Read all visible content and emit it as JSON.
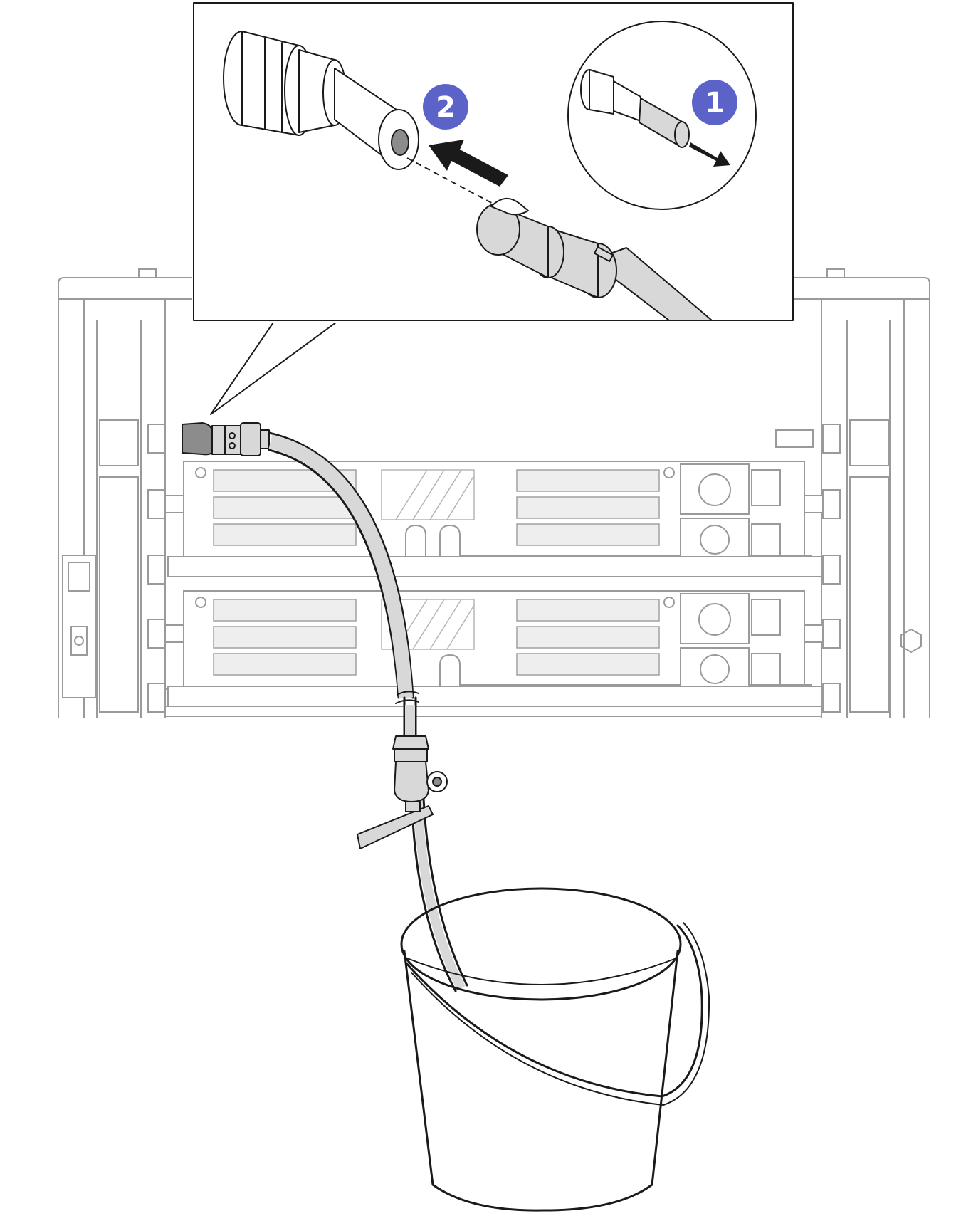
{
  "callouts": [
    {
      "id": "step-1",
      "number": "1",
      "color": "#5b63c9"
    },
    {
      "id": "step-2",
      "number": "2",
      "color": "#5b63c9"
    }
  ],
  "colors": {
    "line": "#1a1a1a",
    "rack_line": "#9a9a9a",
    "hose_fill": "#d8d8d8",
    "badge": "#5b63c9"
  },
  "icons": {
    "detail_panel": "zoom-callout-box",
    "detail_circle": "zoom-circle",
    "push_arrow": "arrow-icon",
    "bucket": "bucket-icon",
    "valve": "ball-valve-icon"
  }
}
